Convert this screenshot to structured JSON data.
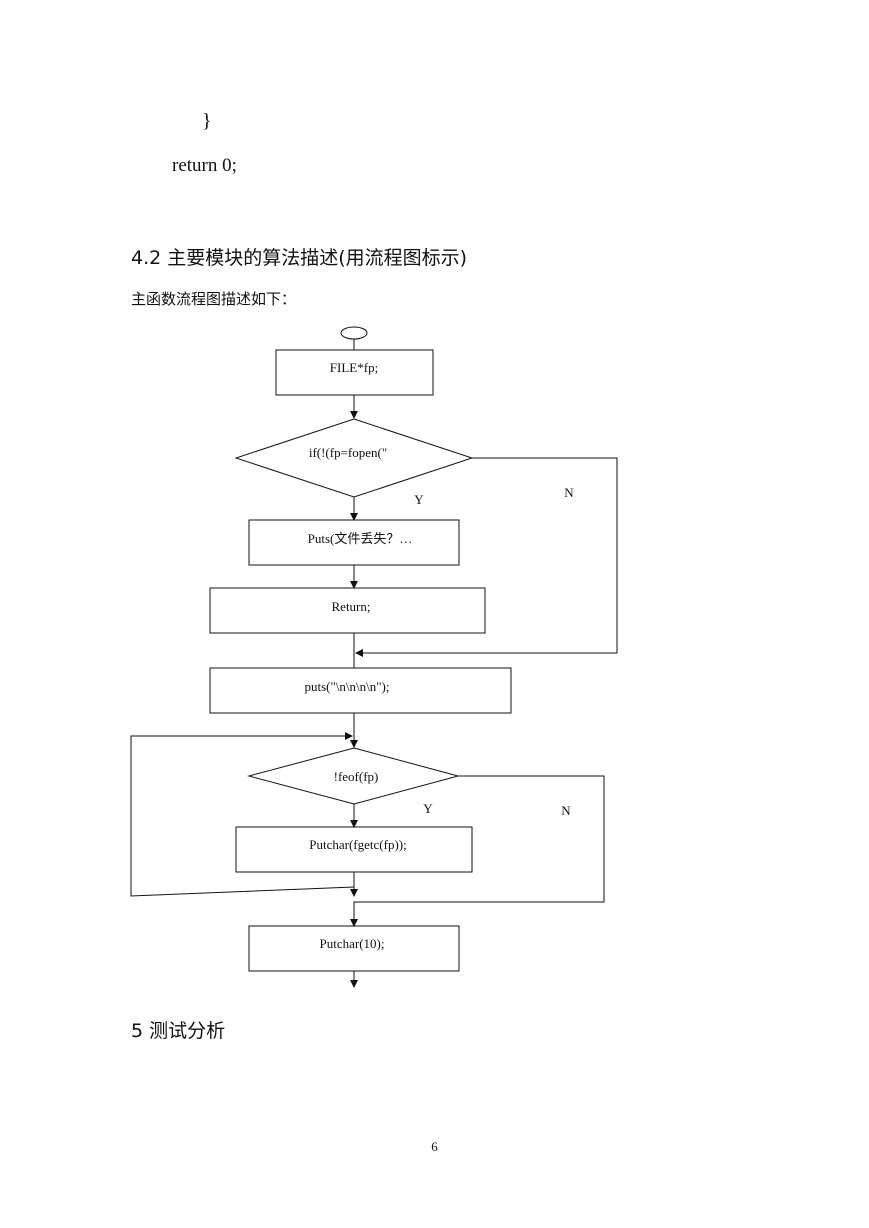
{
  "code": {
    "brace": "}",
    "return_line": "return 0;"
  },
  "section_42": {
    "title": "4.2 主要模块的算法描述(用流程图标示)"
  },
  "intro": "主函数流程图描述如下：",
  "flowchart": {
    "box_file": "FILE*fp;",
    "decision_open": "if(!(fp=fopen(\"",
    "yes_1": "Y",
    "no_1": "N",
    "box_puts_lost": "Puts(文件丢失？…",
    "box_return": "Return;",
    "box_puts_newlines": "puts(\"\\n\\n\\n\\n\");",
    "decision_feof": "!feof(fp)",
    "yes_2": "Y",
    "no_2": "N",
    "box_putchar_fgetc": "Putchar(fgetc(fp));",
    "box_putchar_10": "Putchar(10);"
  },
  "section_5": {
    "title": "5 测试分析"
  },
  "page_number": "6"
}
